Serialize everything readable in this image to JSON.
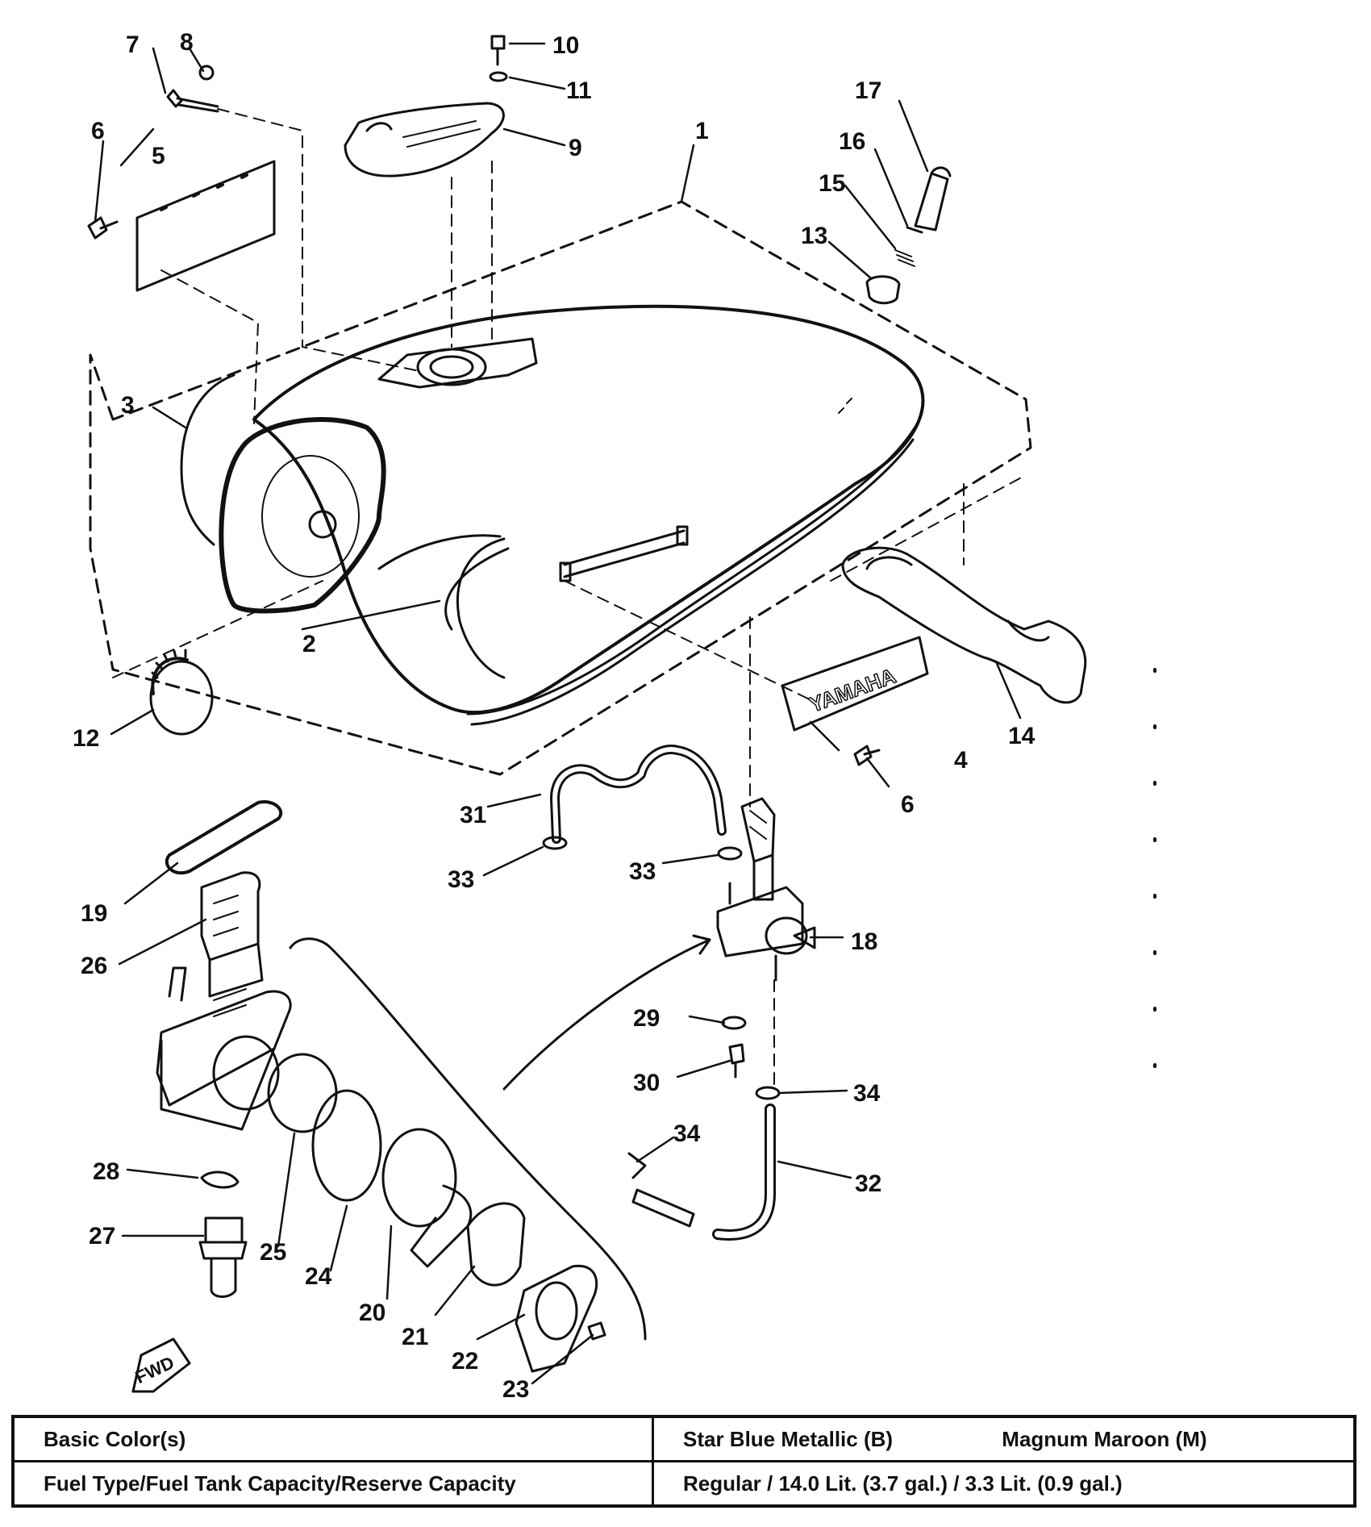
{
  "callouts": {
    "n1": "1",
    "n2": "2",
    "n3": "3",
    "n4": "4",
    "n5": "5",
    "n6a": "6",
    "n6b": "6",
    "n7": "7",
    "n8": "8",
    "n9": "9",
    "n10": "10",
    "n11": "11",
    "n12": "12",
    "n13": "13",
    "n14": "14",
    "n15": "15",
    "n16": "16",
    "n17": "17",
    "n18": "18",
    "n19": "19",
    "n20": "20",
    "n21": "21",
    "n22": "22",
    "n23": "23",
    "n24": "24",
    "n25": "25",
    "n26": "26",
    "n27": "27",
    "n28": "28",
    "n29": "29",
    "n30": "30",
    "n31": "31",
    "n32": "32",
    "n33a": "33",
    "n33b": "33",
    "n34a": "34",
    "n34b": "34"
  },
  "fwd_label": "FWD",
  "emblem_text": "YAMAHA",
  "spec_table": {
    "row1": {
      "label": "Basic Color(s)",
      "color1": "Star Blue Metallic (B)",
      "color2": "Magnum Maroon (M)"
    },
    "row2": {
      "label": "Fuel Type/Fuel Tank Capacity/Reserve Capacity",
      "value": "Regular / 14.0 Lit. (3.7 gal.) / 3.3 Lit. (0.9 gal.)"
    }
  }
}
